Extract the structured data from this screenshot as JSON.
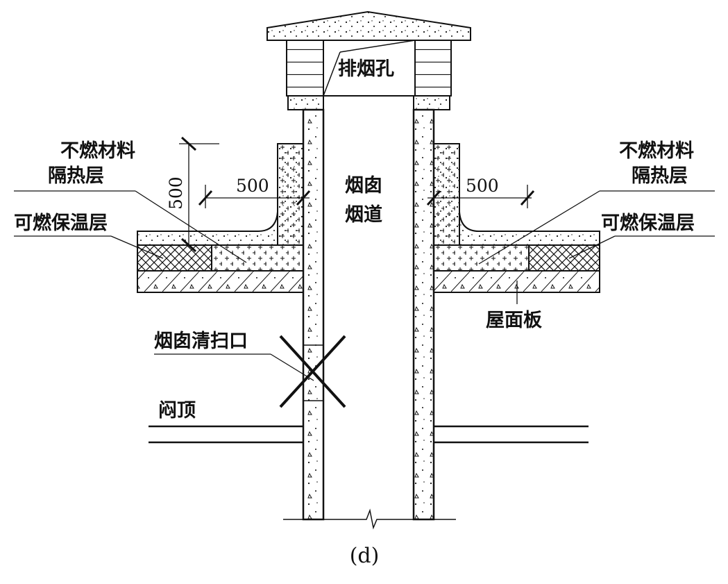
{
  "labels": {
    "exhaust_hole": "排烟孔",
    "chimney_line1": "烟囱",
    "chimney_line2": "烟道",
    "nonflammable_left_1": "不燃材料",
    "nonflammable_left_2": "隔热层",
    "nonflammable_right_1": "不燃材料",
    "nonflammable_right_2": "隔热层",
    "combustible_left": "可燃保温层",
    "combustible_right": "可燃保温层",
    "roof_slab": "屋面板",
    "cleanout": "烟囱清扫口",
    "ceiling": "闷顶"
  },
  "dimensions": {
    "vertical": "500",
    "horizontal_left": "500",
    "horizontal_right": "500"
  },
  "caption": "(d)"
}
